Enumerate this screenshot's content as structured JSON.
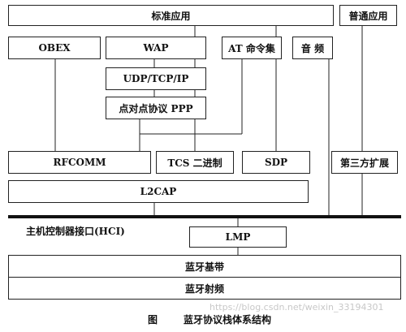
{
  "diagram": {
    "boxes": {
      "standard_app": "标准应用",
      "general_app": "普通应用",
      "obex": "OBEX",
      "wap": "WAP",
      "at_commands": "AT 命令集",
      "audio": "音 频",
      "udp_tcp_ip": "UDP/TCP/IP",
      "ppp": "点对点协议 PPP",
      "rfcomm": "RFCOMM",
      "tcs_binary": "TCS 二进制",
      "sdp": "SDP",
      "third_party": "第三方扩展",
      "l2cap": "L2CAP",
      "hci": "主机控制器接口(HCI)",
      "lmp": "LMP",
      "baseband": "蓝牙基带",
      "radio": "蓝牙射频"
    },
    "caption": {
      "figure": "图",
      "title": "蓝牙协议栈体系结构"
    },
    "watermark": "https://blog.csdn.net/weixin_33194301"
  }
}
